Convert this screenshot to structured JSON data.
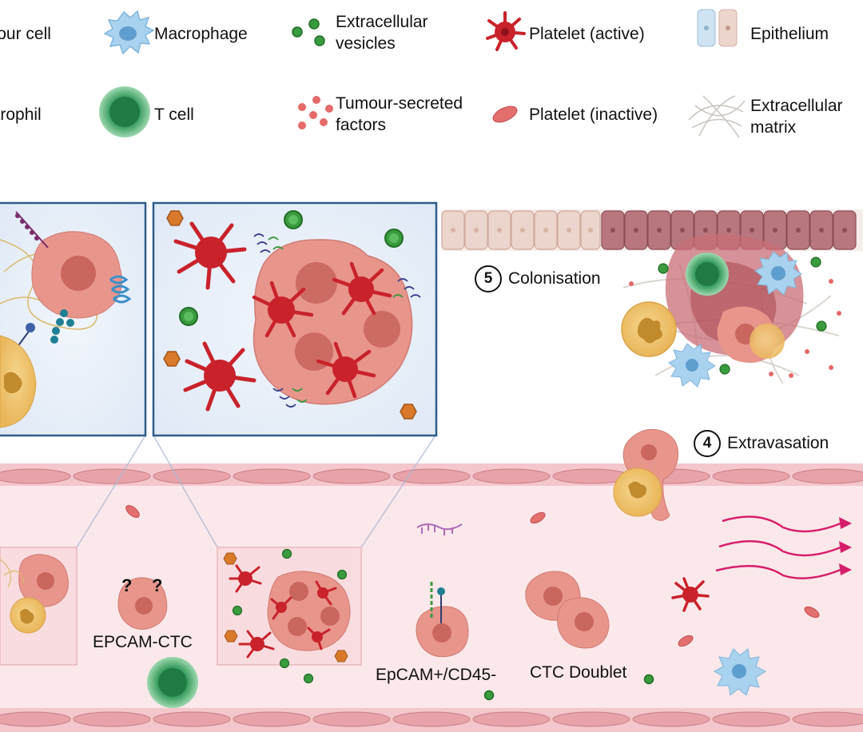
{
  "legend": {
    "tumour_cell": "Tumour cell",
    "macrophage": "Macrophage",
    "extracellular_vesicles": "Extracellular vesicles",
    "platelet_active": "Platelet (active)",
    "epithelium": "Epithelium",
    "neutrophil": "Neutrophil",
    "t_cell": "T cell",
    "tumour_secreted_factors": "Tumour-secreted factors",
    "platelet_inactive": "Platelet (inactive)",
    "extracellular_matrix": "Extracellular matrix"
  },
  "steps": [
    {
      "number": "5",
      "label": "Colonisation"
    },
    {
      "number": "4",
      "label": "Extravasation"
    }
  ],
  "vessel_labels": {
    "epcam_ctc": "EPCAM-CTC",
    "epcam_pos": "EpCAM+/CD45-",
    "ctc_doublet": "CTC Doublet"
  },
  "question_mark": "?",
  "colors": {
    "tumour": "#e8958c",
    "tumour_nucleus": "#c9665e",
    "platelet_active": "#c9222b",
    "tcell": "#3c9f61",
    "vesicle": "#3a9a3e",
    "panel_border": "#2f5d8a",
    "panel_bg": "#e6eef8",
    "vessel_wall": "#e8a3aa",
    "vessel_lumen": "#fbe8ea",
    "neutrophil": "#f0c267",
    "macrophage": "#a9d2ee",
    "epithelium_dark": "#b8777f",
    "epithelium_light": "#ecd5cc",
    "arrow": "#d61f6b"
  }
}
